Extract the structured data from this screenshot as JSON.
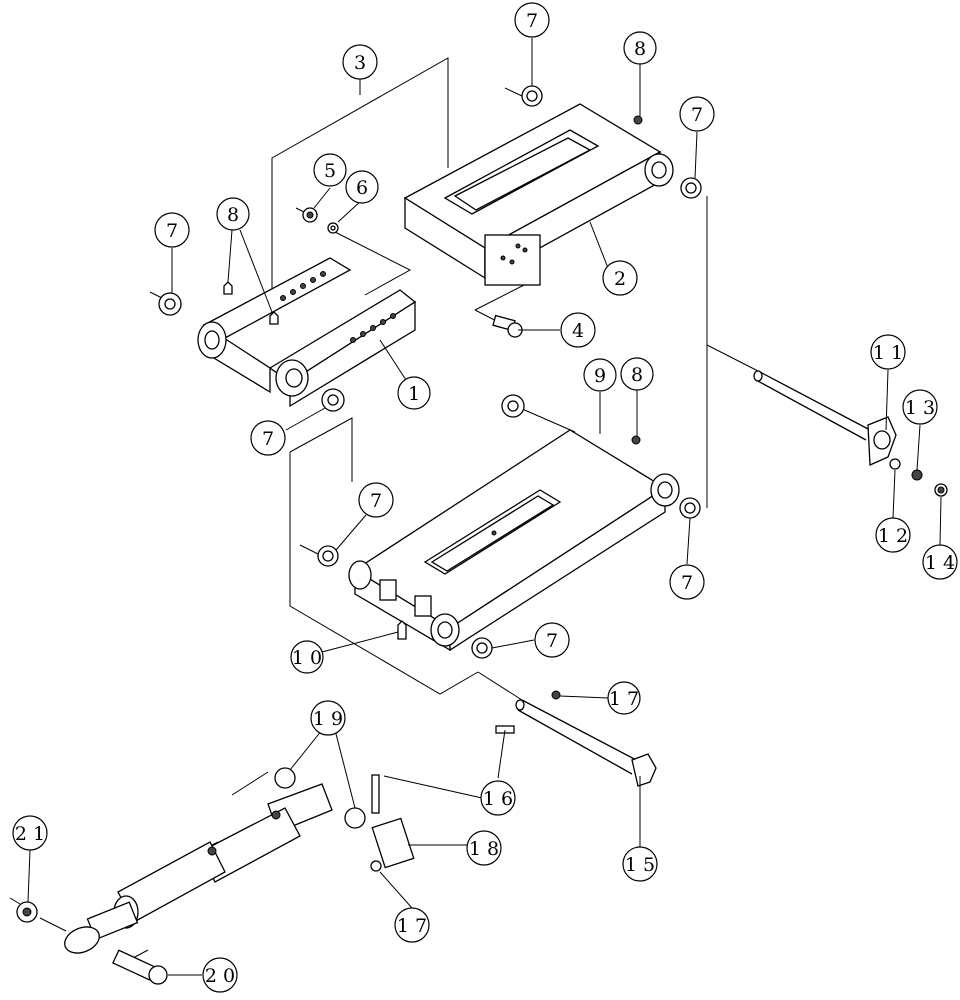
{
  "callouts": [
    {
      "id": "c-7-a",
      "label": "7"
    },
    {
      "id": "c-8-a",
      "label": "8"
    },
    {
      "id": "c-3",
      "label": "3"
    },
    {
      "id": "c-7-b",
      "label": "7"
    },
    {
      "id": "c-5",
      "label": "5"
    },
    {
      "id": "c-6",
      "label": "6"
    },
    {
      "id": "c-7-c",
      "label": "7"
    },
    {
      "id": "c-8-b",
      "label": "8"
    },
    {
      "id": "c-2",
      "label": "2"
    },
    {
      "id": "c-4",
      "label": "4"
    },
    {
      "id": "c-1",
      "label": "1"
    },
    {
      "id": "c-7-d",
      "label": "7"
    },
    {
      "id": "c-9",
      "label": "9"
    },
    {
      "id": "c-8-c",
      "label": "8"
    },
    {
      "id": "c-11",
      "label": "1 1"
    },
    {
      "id": "c-13",
      "label": "1 3"
    },
    {
      "id": "c-12",
      "label": "1 2"
    },
    {
      "id": "c-14",
      "label": "1 4"
    },
    {
      "id": "c-7-e",
      "label": "7"
    },
    {
      "id": "c-7-f",
      "label": "7"
    },
    {
      "id": "c-7-g",
      "label": "7"
    },
    {
      "id": "c-10",
      "label": "1 0"
    },
    {
      "id": "c-17-a",
      "label": "1 7"
    },
    {
      "id": "c-19",
      "label": "1 9"
    },
    {
      "id": "c-16",
      "label": "1 6"
    },
    {
      "id": "c-21",
      "label": "2 1"
    },
    {
      "id": "c-18",
      "label": "1 8"
    },
    {
      "id": "c-15",
      "label": "1 5"
    },
    {
      "id": "c-17-b",
      "label": "1 7"
    },
    {
      "id": "c-20",
      "label": "2 0"
    }
  ]
}
